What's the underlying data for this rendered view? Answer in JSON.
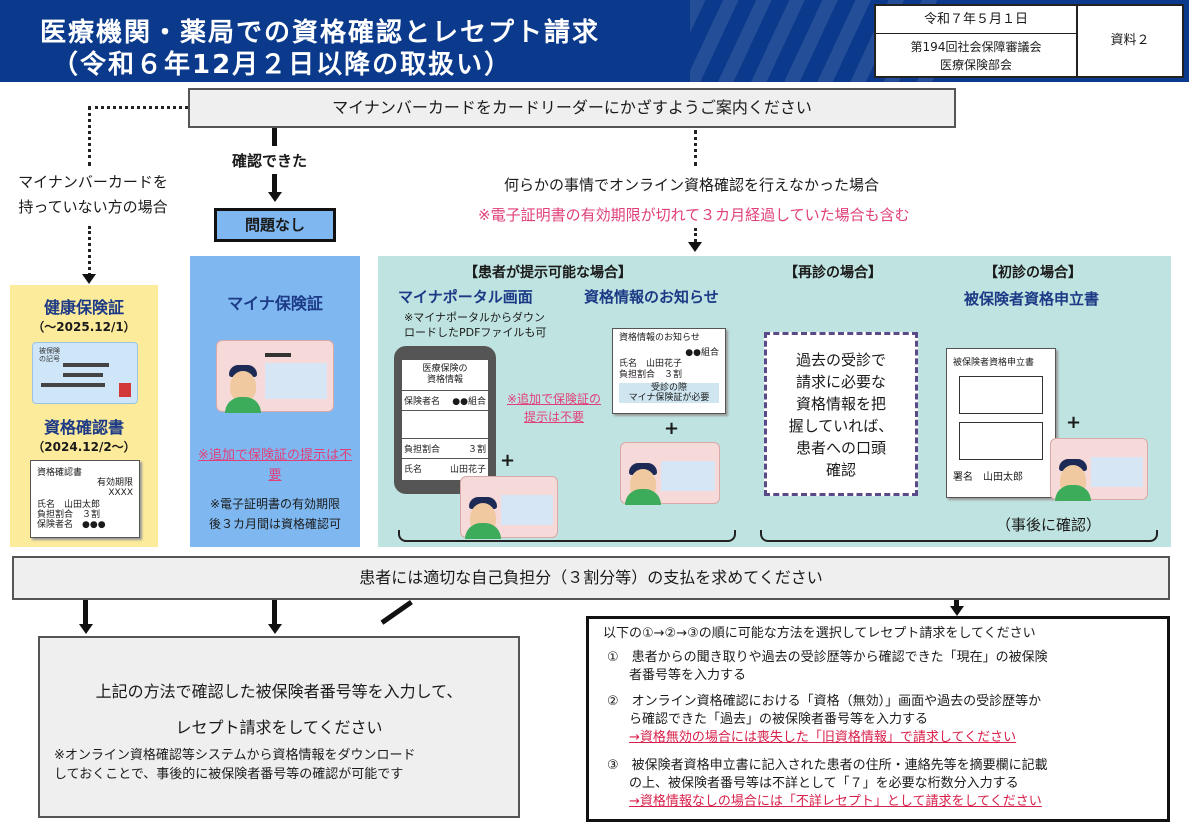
{
  "header": {
    "title_line1": "医療機関・薬局での資格確認とレセプト請求",
    "title_line2": "（令和６年12月２日以降の取扱い）",
    "date": "令和７年５月１日",
    "meeting_line1": "第194回社会保障審議会",
    "meeting_line2": "医療保険部会",
    "doc_label": "資料２"
  },
  "top": {
    "instruction": "マイナンバーカードをカードリーダーにかざすようご案内ください",
    "confirmed": "確認できた",
    "no_problem": "問題なし",
    "no_card_line1": "マイナンバーカードを",
    "no_card_line2": "持っていない方の場合",
    "failed": "何らかの事情でオンライン資格確認を行えなかった場合",
    "failed_note": "※電子証明書の有効期限が切れて３カ月経過していた場合も含む"
  },
  "yellow": {
    "insurance_card": "健康保険証",
    "insurance_card_period": "（～2025.12/1）",
    "qual_cert": "資格確認書",
    "qual_cert_period": "（2024.12/2～）",
    "card_header_left": "被保険",
    "card_header_left2": "の記号",
    "doc_title": "資格確認書",
    "doc_valid": "有効期限",
    "doc_valid_value": "XXXX",
    "doc_name_label": "氏名",
    "doc_name": "山田太郎",
    "doc_burden_label": "負担割合",
    "doc_burden": "３割",
    "doc_insurer_label": "保険者名",
    "doc_insurer": "●●●"
  },
  "blue": {
    "title": "マイナ保険証",
    "note_link": "※追加で保険証の提示は不要",
    "note_line1": "※電子証明書の有効期限",
    "note_line2": "後３カ月間は資格確認可"
  },
  "teal": {
    "presentable": "【患者が提示可能な場合】",
    "revisit": "【再診の場合】",
    "firstvisit": "【初診の場合】",
    "portal_title": "マイナポータル画面",
    "portal_note_line1": "※マイナポータルからダウン",
    "portal_note_line2": "ロードしたPDFファイルも可",
    "portal_screen_title1": "医療保険の",
    "portal_screen_title2": "資格情報",
    "portal_insurer_label": "保険者名",
    "portal_insurer": "●●組合",
    "portal_burden_label": "負担割合",
    "portal_burden": "３割",
    "portal_name_label": "氏名",
    "portal_name": "山田花子",
    "extra_not_needed_line1": "※追加で保険証の",
    "extra_not_needed_line2": "提示は不要",
    "notice_title": "資格情報のお知らせ",
    "notice_doc_title": "資格情報のお知らせ",
    "notice_insurer": "●●組合",
    "notice_name_label": "氏名",
    "notice_name": "山田花子",
    "notice_burden_label": "負担割合",
    "notice_burden": "３割",
    "notice_stamp_line1": "受診の際",
    "notice_stamp_line2": "マイナ保険証が必要",
    "revisit_line1": "過去の受診で",
    "revisit_line2": "請求に必要な",
    "revisit_line3": "資格情報を把",
    "revisit_line4": "握していれば、",
    "revisit_line5": "患者への口頭",
    "revisit_line6": "確認",
    "application_title": "被保険者資格申立書",
    "application_doc_title": "被保険者資格申立書",
    "application_sign_label": "署名",
    "application_sign": "山田太郎",
    "after_confirm": "（事後に確認）",
    "plus": "+"
  },
  "pay": {
    "text": "患者には適切な自己負担分（３割分等）の支払を求めてください"
  },
  "bottom_left": {
    "line1": "上記の方法で確認した被保険者番号等を入力して、",
    "line2": "レセプト請求をしてください",
    "note1": "※オンライン資格確認等システムから資格情報をダウンロード",
    "note2": "しておくことで、事後的に被保険者番号等の確認が可能です"
  },
  "bottom_right": {
    "intro": "以下の①→②→③の順に可能な方法を選択してレセプト請求をしてください",
    "item1_line1": "①　患者からの聞き取りや過去の受診歴等から確認できた「現在」の被保険",
    "item1_line2": "者番号等を入力する",
    "item2_line1": "②　オンライン資格確認における「資格（無効）」画面や過去の受診歴等か",
    "item2_line2": "ら確認できた「過去」の被保険者番号等を入力する",
    "item2_link": "→資格無効の場合には喪失した「旧資格情報」で請求してください",
    "item3_line1": "③　被保険者資格申立書に記入された患者の住所・連絡先等を摘要欄に記載",
    "item3_line2": "の上、被保険者番号等は不詳として「７」を必要な桁数分入力する",
    "item3_link": "→資格情報なしの場合には「不詳レセプト」として請求をしてください"
  }
}
